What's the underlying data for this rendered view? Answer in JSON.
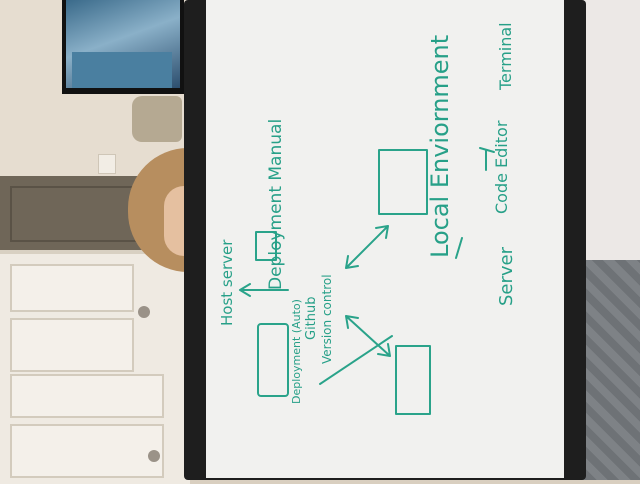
{
  "whiteboard": {
    "labels": {
      "local_environment": "Local Enviornment",
      "terminal": "Terminal",
      "code_editor": "Code Editor",
      "server": "Server",
      "deployment_manual": "Deployment Manual",
      "host_server": "Host server",
      "github": "Github",
      "version_control": "Version control",
      "deployment_auto": "Deployment (Auto)"
    }
  },
  "colors": {
    "marker": "#2aa38a",
    "board": "#f1f1ef",
    "frame": "#1e1e1e"
  }
}
